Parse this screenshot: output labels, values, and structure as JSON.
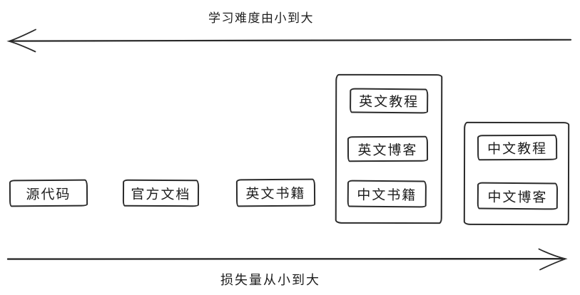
{
  "diagram": {
    "colors": {
      "stroke": "#2a2a2a",
      "background": "#ffffff"
    },
    "top_axis": {
      "label": "学习难度由小到大",
      "direction": "left"
    },
    "bottom_axis": {
      "label": "损失量从小到大",
      "direction": "right"
    },
    "boxes": [
      {
        "label": "源代码"
      },
      {
        "label": "官方文档"
      },
      {
        "label": "英文书籍"
      }
    ],
    "groups": [
      {
        "items": [
          {
            "label": "英文教程"
          },
          {
            "label": "英文博客"
          },
          {
            "label": "中文书籍"
          }
        ]
      },
      {
        "items": [
          {
            "label": "中文教程"
          },
          {
            "label": "中文博客"
          }
        ]
      }
    ]
  }
}
